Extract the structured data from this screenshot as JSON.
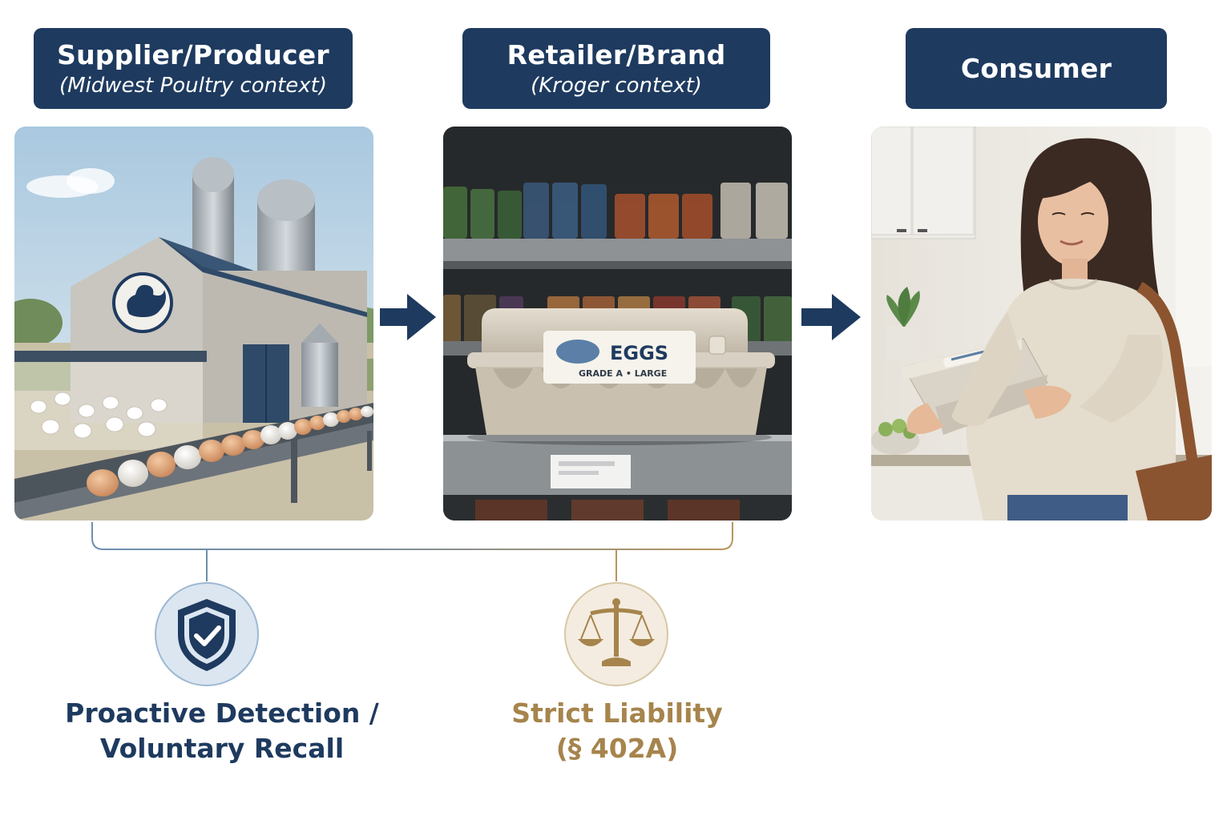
{
  "colors": {
    "navy": "#1e3a5f",
    "gold": "#a6844c",
    "connector_blue": "#6b8fb0",
    "connector_gold": "#b8955c"
  },
  "stages": [
    {
      "title": "Supplier/Producer",
      "subtitle": "(Midwest Poultry context)",
      "image": "poultry-farm-with-egg-conveyor"
    },
    {
      "title": "Retailer/Brand",
      "subtitle": "(Kroger context)",
      "image": "egg-carton-on-store-shelf"
    },
    {
      "title": "Consumer",
      "subtitle": "",
      "image": "woman-holding-egg-carton"
    }
  ],
  "carton": {
    "brand": "EGGS",
    "grade": "GRADE A • LARGE"
  },
  "outcomes": [
    {
      "icon": "shield-check-icon",
      "line1": "Proactive Detection /",
      "line2": "Voluntary Recall"
    },
    {
      "icon": "scales-of-justice-icon",
      "line1": "Strict Liability",
      "line2": "(§ 402A)"
    }
  ]
}
